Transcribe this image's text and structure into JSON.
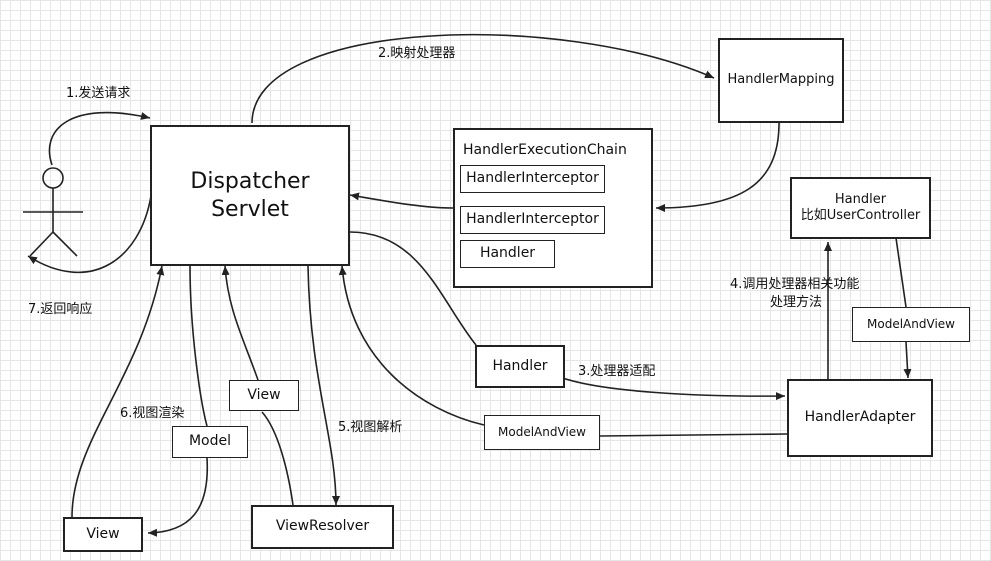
{
  "nodes": {
    "dispatcher_line1": "Dispatcher",
    "dispatcher_line2": "Servlet",
    "handler_mapping": "HandlerMapping",
    "execution_chain": "HandlerExecutionChain",
    "interceptor_1": "HandlerInterceptor",
    "interceptor_2": "HandlerInterceptor",
    "chain_handler": "Handler",
    "controller_line1": "Handler",
    "controller_line2": "比如UserController",
    "model_and_view_right": "ModelAndView",
    "handler_mid": "Handler",
    "handler_adapter": "HandlerAdapter",
    "model_and_view_mid": "ModelAndView",
    "view_resolver": "ViewResolver",
    "view_mid": "View",
    "model": "Model",
    "view_bottom": "View"
  },
  "labels": {
    "step1": "1.发送请求",
    "step2": "2.映射处理器",
    "step3": "3.处理器适配",
    "step4_line1": "4.调用处理器相关功能",
    "step4_line2": "处理方法",
    "step5": "5.视图解析",
    "step6": "6.视图渲染",
    "step7": "7.返回响应"
  }
}
